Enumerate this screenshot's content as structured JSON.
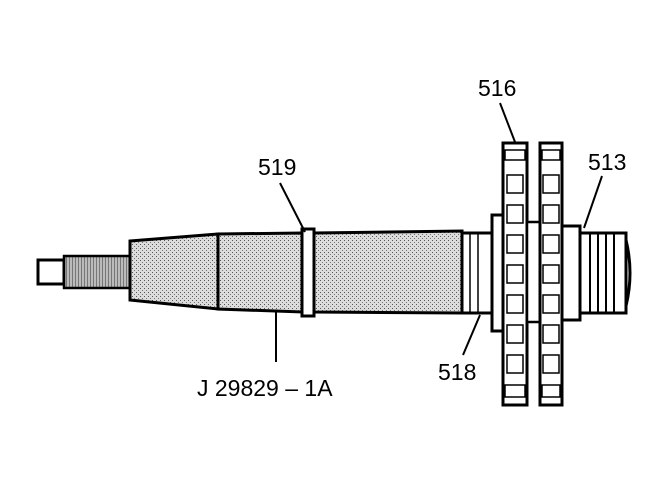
{
  "labels": {
    "part_516": "516",
    "part_519": "519",
    "part_513": "513",
    "part_518": "518",
    "tool": "J 29829 – 1A"
  }
}
